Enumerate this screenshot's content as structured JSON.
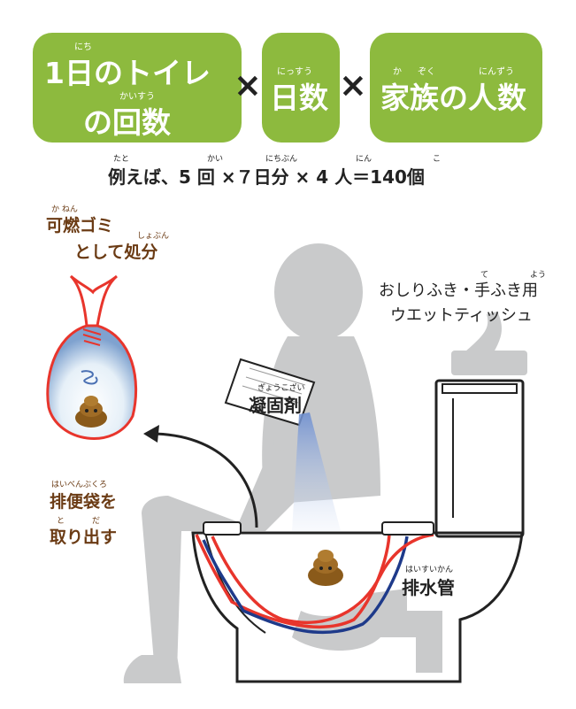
{
  "formula": {
    "box1": {
      "line1": "1日のトイレ",
      "line2": "の回数",
      "ruby_nichi": "にち",
      "ruby_kaisuu": "かいすう"
    },
    "times1": "×",
    "box2": {
      "label": "日数",
      "ruby": "にっすう"
    },
    "times2": "×",
    "box3": {
      "label": "家族の人数",
      "ruby_ka": "か",
      "ruby_zoku": "ぞく",
      "ruby_ninzuu": "にんずう"
    }
  },
  "example": {
    "text": "例えば、5 回 ×７日分 × 4 人＝140個",
    "ruby_tato": "たと",
    "ruby_kai": "かい",
    "ruby_nichibun": "にちぶん",
    "ruby_nin": "にん",
    "ruby_ko": "こ"
  },
  "disposal": {
    "line1": "可燃ゴミ",
    "line2": "として処分",
    "ruby_kanen": "か ねん",
    "ruby_shobun": "しょぶん"
  },
  "remove_bag": {
    "line1": "排便袋を",
    "line2": "取り出す",
    "ruby_haibenbukuro": "はいべんぶくろ",
    "ruby_to": "と",
    "ruby_da": "だ"
  },
  "coagulant": {
    "label": "凝固剤",
    "ruby": "ぎょうこざい"
  },
  "wipes": {
    "line1": "おしりふき・手ふき用",
    "line2": "ウエットティッシュ",
    "ruby_te": "て",
    "ruby_you": "よう"
  },
  "drain": {
    "label": "排水管",
    "ruby": "はいすいかん"
  },
  "colors": {
    "green": "#8dba3e",
    "brown_text": "#6b3b14",
    "gray_figure": "#c9cacb",
    "red_line": "#e8352c",
    "blue_line": "#1e3a8a"
  }
}
